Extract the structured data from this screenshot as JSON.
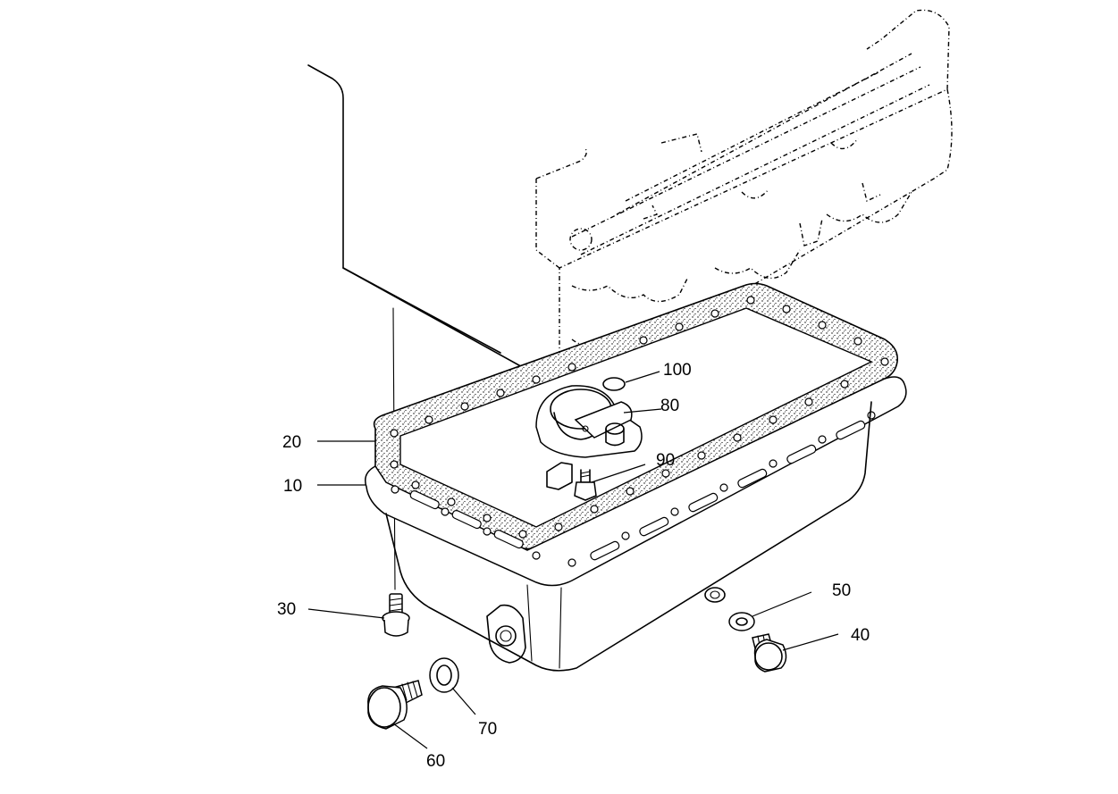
{
  "callouts": {
    "c10": "10",
    "c20": "20",
    "c30": "30",
    "c40": "40",
    "c50": "50",
    "c60": "60",
    "c70": "70",
    "c80": "80",
    "c90": "90",
    "c100": "100"
  }
}
